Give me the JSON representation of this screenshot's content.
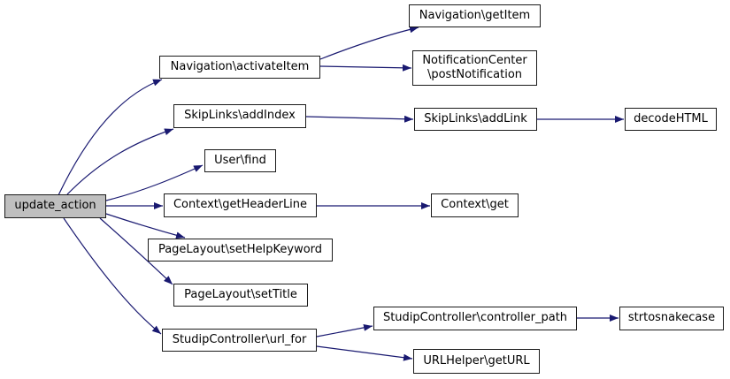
{
  "diagram": {
    "type": "call-graph",
    "root_function": "update_action",
    "colors": {
      "background": "#ffffff",
      "edge": "#191970",
      "node_fill": "#ffffff",
      "node_border": "#1a1a1a",
      "highlight_fill": "#bfbfbf",
      "text": "#000000"
    },
    "nodes": [
      {
        "label": "update_action",
        "highlighted": true
      },
      {
        "label": "Navigation\\activateItem",
        "highlighted": false
      },
      {
        "label": "Navigation\\getItem",
        "highlighted": false
      },
      {
        "label": "NotificationCenter\n\\postNotification",
        "highlighted": false
      },
      {
        "label": "SkipLinks\\addIndex",
        "highlighted": false
      },
      {
        "label": "SkipLinks\\addLink",
        "highlighted": false
      },
      {
        "label": "decodeHTML",
        "highlighted": false
      },
      {
        "label": "User\\find",
        "highlighted": false
      },
      {
        "label": "Context\\getHeaderLine",
        "highlighted": false
      },
      {
        "label": "Context\\get",
        "highlighted": false
      },
      {
        "label": "PageLayout\\setHelpKeyword",
        "highlighted": false
      },
      {
        "label": "PageLayout\\setTitle",
        "highlighted": false
      },
      {
        "label": "StudipController\\url_for",
        "highlighted": false
      },
      {
        "label": "StudipController\\controller_path",
        "highlighted": false
      },
      {
        "label": "strtosnakecase",
        "highlighted": false
      },
      {
        "label": "URLHelper\\getURL",
        "highlighted": false
      }
    ],
    "edges": [
      {
        "from": "update_action",
        "to": "Navigation\\activateItem"
      },
      {
        "from": "update_action",
        "to": "SkipLinks\\addIndex"
      },
      {
        "from": "update_action",
        "to": "User\\find"
      },
      {
        "from": "update_action",
        "to": "Context\\getHeaderLine"
      },
      {
        "from": "update_action",
        "to": "PageLayout\\setHelpKeyword"
      },
      {
        "from": "update_action",
        "to": "PageLayout\\setTitle"
      },
      {
        "from": "update_action",
        "to": "StudipController\\url_for"
      },
      {
        "from": "Navigation\\activateItem",
        "to": "Navigation\\getItem"
      },
      {
        "from": "Navigation\\activateItem",
        "to": "NotificationCenter\\postNotification"
      },
      {
        "from": "SkipLinks\\addIndex",
        "to": "SkipLinks\\addLink"
      },
      {
        "from": "SkipLinks\\addLink",
        "to": "decodeHTML"
      },
      {
        "from": "Context\\getHeaderLine",
        "to": "Context\\get"
      },
      {
        "from": "StudipController\\url_for",
        "to": "StudipController\\controller_path"
      },
      {
        "from": "StudipController\\url_for",
        "to": "URLHelper\\getURL"
      },
      {
        "from": "StudipController\\controller_path",
        "to": "strtosnakecase"
      }
    ]
  }
}
